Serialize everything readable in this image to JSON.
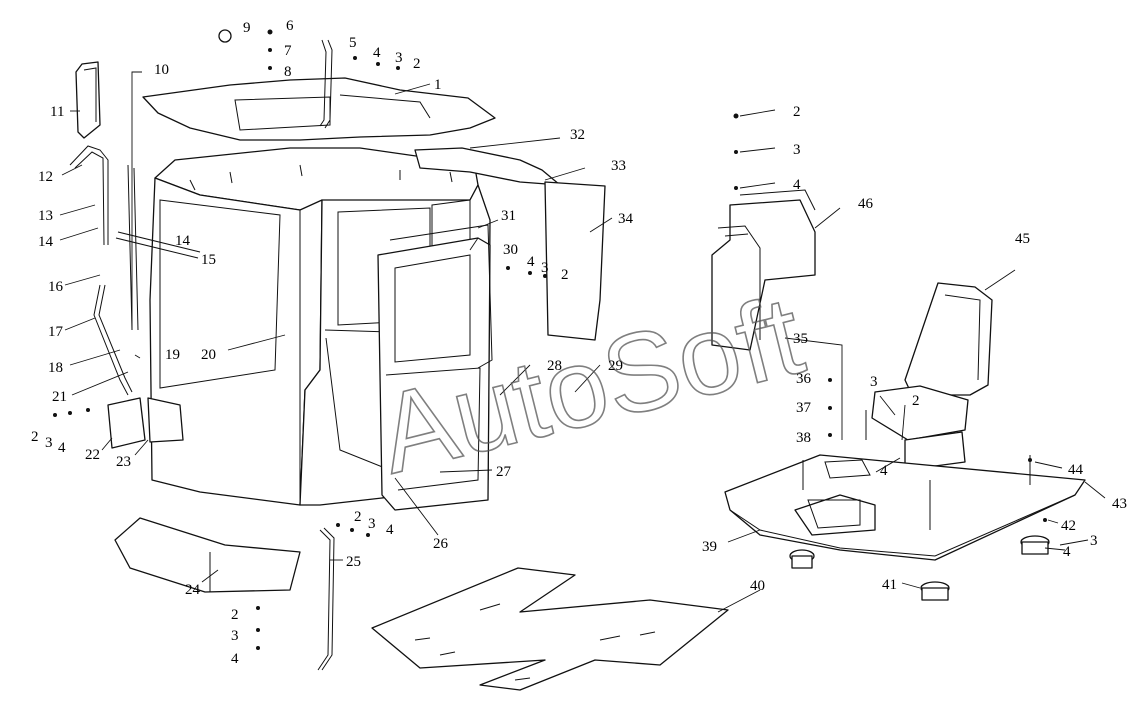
{
  "watermark": "AutoSoft",
  "labels": [
    "1",
    "2",
    "3",
    "4",
    "5",
    "6",
    "7",
    "8",
    "9",
    "10",
    "11",
    "12",
    "13",
    "14",
    "15",
    "16",
    "17",
    "18",
    "19",
    "20",
    "21",
    "22",
    "23",
    "24",
    "25",
    "26",
    "27",
    "28",
    "29",
    "30",
    "31",
    "32",
    "33",
    "34",
    "35",
    "36",
    "37",
    "38",
    "39",
    "40",
    "41",
    "42",
    "43",
    "44",
    "45",
    "46"
  ]
}
